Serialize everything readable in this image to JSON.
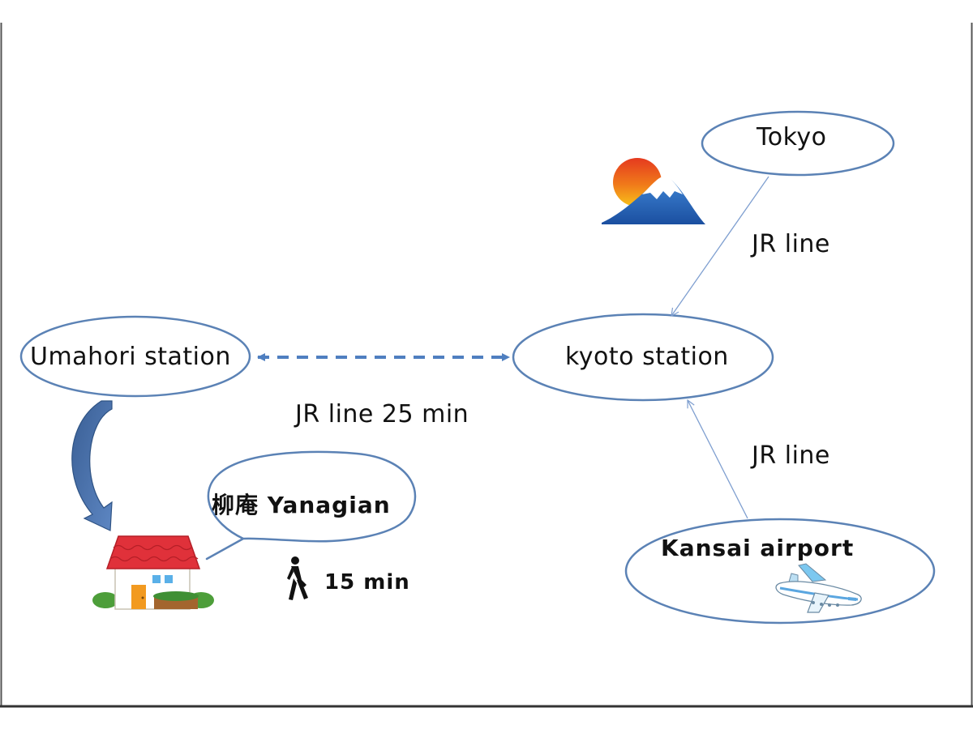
{
  "nodes": {
    "tokyo": "Tokyo",
    "kyoto": "kyoto station",
    "umahori": "Umahori station",
    "kansai": "Kansai  airport",
    "yanagian": "柳庵  Yanagian"
  },
  "edges": {
    "tokyo_kyoto": "JR line",
    "kansai_kyoto": "JR line",
    "umahori_kyoto": "JR line  25 min",
    "walk": "15  min"
  },
  "colors": {
    "node_border": "#5b82b5",
    "dashed_arrow": "#4f7fc0",
    "thin_arrow": "#7f9fd0",
    "curved_arrow": "#3d679f"
  },
  "icons": {
    "fuji": "mount-fuji-sunrise-icon",
    "house": "house-icon",
    "walker": "walking-person-icon",
    "plane": "airplane-icon"
  }
}
